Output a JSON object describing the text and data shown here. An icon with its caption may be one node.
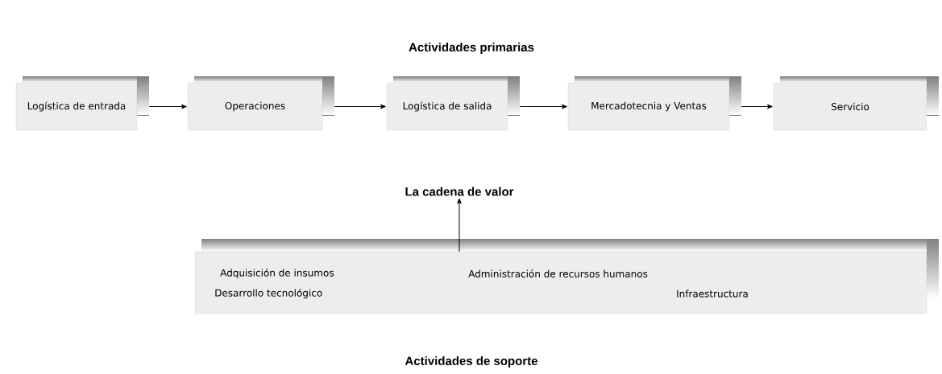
{
  "diagram": {
    "title": "Actividades primarias",
    "caption": "Actividades de soporte",
    "nodes": [
      {
        "text": [
          "Logística de entrada"
        ]
      },
      {
        "text": [
          "Operaciones"
        ]
      },
      {
        "text": [
          "Logística de salida"
        ]
      },
      {
        "text": [
          "Mercadotecnia y Ventas"
        ]
      },
      {
        "text": [
          "Servicio"
        ]
      },
      {
        "text": [
          "La cadena de valor"
        ]
      },
      {
        "text": [
          "Adquisición de insumos",
          "Administración de recursos humanos",
          "Desarrollo tecnológico",
          "Infraestructura"
        ]
      }
    ],
    "edges": [
      {
        "from": 0,
        "to": 1,
        "arrow": "to"
      },
      {
        "from": 1,
        "to": 2,
        "arrow": "to"
      },
      {
        "from": 2,
        "to": 3,
        "arrow": "to"
      },
      {
        "from": 3,
        "to": 4,
        "arrow": "to"
      },
      {
        "from": 6,
        "to": 5,
        "arrow": "to"
      }
    ]
  }
}
